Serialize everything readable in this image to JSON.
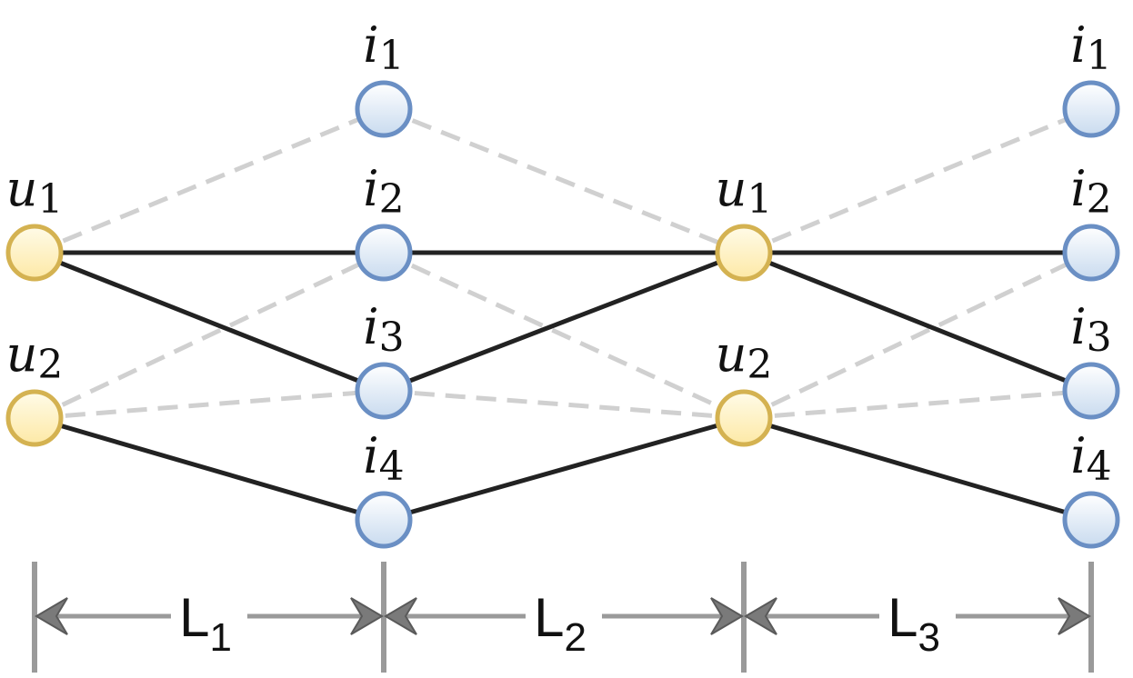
{
  "colors": {
    "background": "#ffffff",
    "user_stroke": "#d4b251",
    "user_fill_top": "#fffbe8",
    "user_fill_bottom": "#fde9a6",
    "item_stroke": "#6a8fc4",
    "item_fill_top": "#ffffff",
    "item_fill_bottom": "#c9dbef",
    "solid_edge": "#222222",
    "dashed_edge": "#d0d0d0",
    "axis": "#9a9a9a",
    "arrow_head": "#7a7a7a"
  },
  "nodes": [
    {
      "id": "u1_a",
      "kind": "user",
      "base": "u",
      "sub": "1"
    },
    {
      "id": "u2_a",
      "kind": "user",
      "base": "u",
      "sub": "2"
    },
    {
      "id": "i1_b",
      "kind": "item",
      "base": "i",
      "sub": "1"
    },
    {
      "id": "i2_b",
      "kind": "item",
      "base": "i",
      "sub": "2"
    },
    {
      "id": "i3_b",
      "kind": "item",
      "base": "i",
      "sub": "3"
    },
    {
      "id": "i4_b",
      "kind": "item",
      "base": "i",
      "sub": "4"
    },
    {
      "id": "u1_c",
      "kind": "user",
      "base": "u",
      "sub": "1"
    },
    {
      "id": "u2_c",
      "kind": "user",
      "base": "u",
      "sub": "2"
    },
    {
      "id": "i1_d",
      "kind": "item",
      "base": "i",
      "sub": "1"
    },
    {
      "id": "i2_d",
      "kind": "item",
      "base": "i",
      "sub": "2"
    },
    {
      "id": "i3_d",
      "kind": "item",
      "base": "i",
      "sub": "3"
    },
    {
      "id": "i4_d",
      "kind": "item",
      "base": "i",
      "sub": "4"
    }
  ],
  "edges": [
    {
      "from": "u1_a",
      "to": "i1_b",
      "style": "dashed"
    },
    {
      "from": "u2_a",
      "to": "i2_b",
      "style": "dashed"
    },
    {
      "from": "u2_a",
      "to": "i3_b",
      "style": "dashed"
    },
    {
      "from": "i1_b",
      "to": "u1_c",
      "style": "dashed"
    },
    {
      "from": "i2_b",
      "to": "u2_c",
      "style": "dashed"
    },
    {
      "from": "i3_b",
      "to": "u2_c",
      "style": "dashed"
    },
    {
      "from": "u1_c",
      "to": "i1_d",
      "style": "dashed"
    },
    {
      "from": "u2_c",
      "to": "i2_d",
      "style": "dashed"
    },
    {
      "from": "u2_c",
      "to": "i3_d",
      "style": "dashed"
    },
    {
      "from": "u1_a",
      "to": "i2_b",
      "style": "solid"
    },
    {
      "from": "u1_a",
      "to": "i3_b",
      "style": "solid"
    },
    {
      "from": "u2_a",
      "to": "i4_b",
      "style": "solid"
    },
    {
      "from": "i2_b",
      "to": "u1_c",
      "style": "solid"
    },
    {
      "from": "i3_b",
      "to": "u1_c",
      "style": "solid"
    },
    {
      "from": "i4_b",
      "to": "u2_c",
      "style": "solid"
    },
    {
      "from": "u1_c",
      "to": "i2_d",
      "style": "solid"
    },
    {
      "from": "u1_c",
      "to": "i3_d",
      "style": "solid"
    },
    {
      "from": "u2_c",
      "to": "i4_d",
      "style": "solid"
    }
  ],
  "layers": [
    {
      "base": "L",
      "sub": "1"
    },
    {
      "base": "L",
      "sub": "2"
    },
    {
      "base": "L",
      "sub": "3"
    }
  ]
}
